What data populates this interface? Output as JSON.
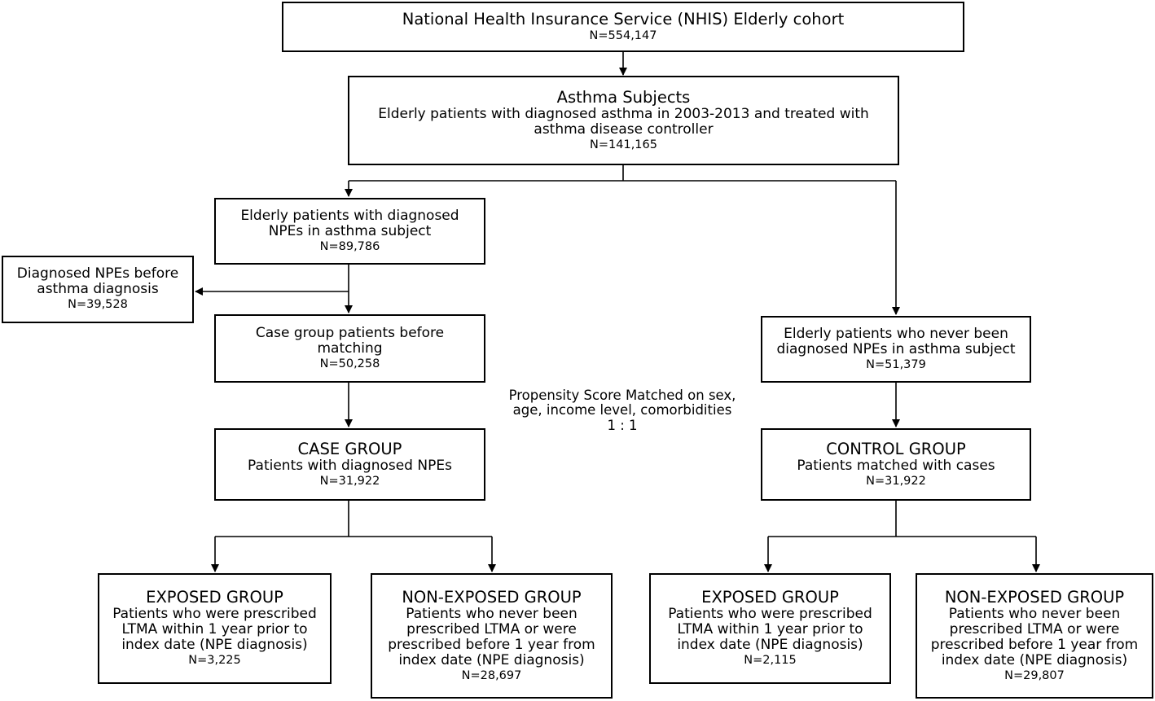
{
  "cohort": {
    "title": "National Health Insurance Service (NHIS) Elderly cohort",
    "n": "N=554,147"
  },
  "asthma": {
    "title": "Asthma Subjects",
    "line1": "Elderly patients with diagnosed asthma in 2003-2013 and treated with",
    "line2": "asthma disease controller",
    "n": "N=141,165"
  },
  "npe": {
    "line1": "Elderly patients with diagnosed",
    "line2": "NPEs in asthma subject",
    "n": "N=89,786"
  },
  "before": {
    "line1": "Diagnosed NPEs before",
    "line2": "asthma diagnosis",
    "n": "N=39,528"
  },
  "case_before": {
    "line1": "Case group patients before",
    "line2": "matching",
    "n": "N=50,258"
  },
  "never": {
    "line1": "Elderly patients who never been",
    "line2": "diagnosed NPEs in asthma subject",
    "n": "N=51,379"
  },
  "matching_note": {
    "line1": "Propensity Score Matched on sex,",
    "line2": "age, income level, comorbidities",
    "line3": "1 : 1"
  },
  "case_group": {
    "title": "CASE GROUP",
    "line1": "Patients with diagnosed NPEs",
    "n": "N=31,922"
  },
  "control_group": {
    "title": "CONTROL GROUP",
    "line1": "Patients matched with cases",
    "n": "N=31,922"
  },
  "case_exposed": {
    "title": "EXPOSED GROUP",
    "line1": "Patients who were prescribed",
    "line2": "LTMA within 1 year prior to",
    "line3": "index date (NPE diagnosis)",
    "n": "N=3,225"
  },
  "case_nonexposed": {
    "title": "NON-EXPOSED GROUP",
    "line1": "Patients who never been",
    "line2": "prescribed LTMA or were",
    "line3": "prescribed before 1 year from",
    "line4": "index date (NPE diagnosis)",
    "n": "N=28,697"
  },
  "control_exposed": {
    "title": "EXPOSED GROUP",
    "line1": "Patients who were prescribed",
    "line2": "LTMA within 1 year prior to",
    "line3": "index date (NPE diagnosis)",
    "n": "N=2,115"
  },
  "control_nonexposed": {
    "title": "NON-EXPOSED GROUP",
    "line1": "Patients who never been",
    "line2": "prescribed LTMA or were",
    "line3": "prescribed before 1 year from",
    "line4": "index date (NPE diagnosis)",
    "n": "N=29,807"
  }
}
